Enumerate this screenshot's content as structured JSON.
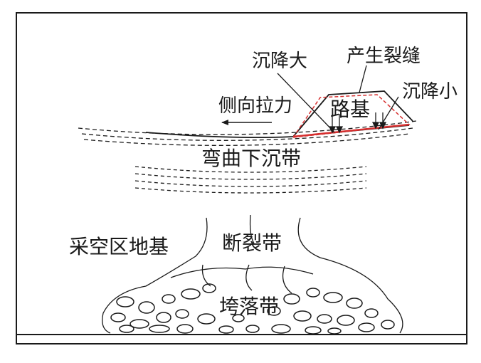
{
  "labels": {
    "settlement_large": "沉降大",
    "cracks": "产生裂缝",
    "settlement_small": "沉降小",
    "lateral_tension": "侧向拉力",
    "roadbed": "路基",
    "bending_zone": "弯曲下沉带",
    "goaf_foundation": "采空区地基",
    "fracture_zone": "断裂带",
    "caving_zone": "垮落带"
  },
  "colors": {
    "line": "#1a1a1a",
    "deformed_outline": "#d62f2f"
  }
}
